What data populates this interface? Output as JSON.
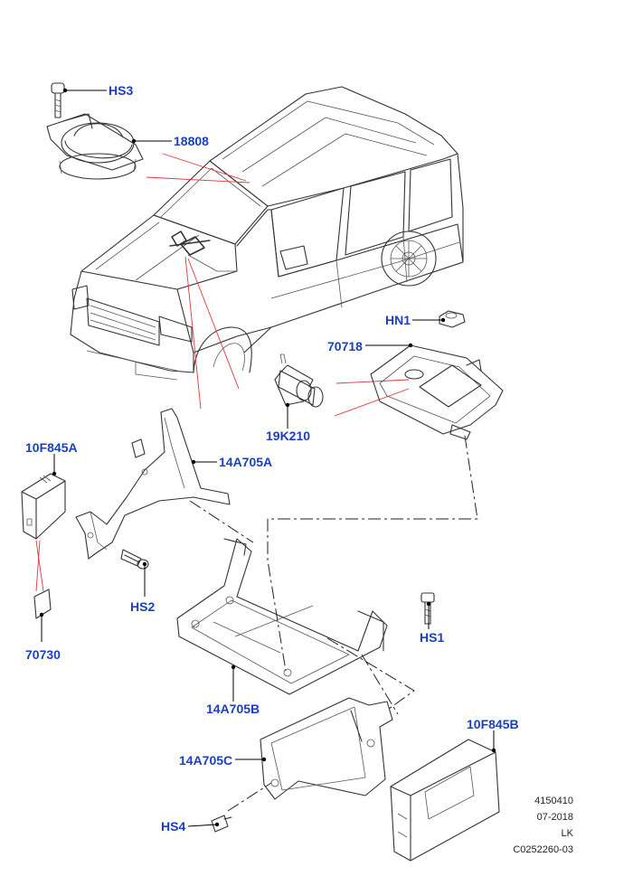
{
  "labels": {
    "hs3": "HS3",
    "p18808": "18808",
    "hn1": "HN1",
    "p70718": "70718",
    "p19k210": "19K210",
    "p10f845a": "10F845A",
    "p14a705a": "14A705A",
    "hs2": "HS2",
    "p70730": "70730",
    "hs1": "HS1",
    "p14a705b": "14A705B",
    "p10f845b": "10F845B",
    "p14a705c": "14A705C",
    "hs4": "HS4"
  },
  "meta": {
    "number": "4150410",
    "date": "07-2018",
    "code": "LK",
    "ref": "C0252260-03"
  },
  "colors": {
    "label": "#1a3fc4",
    "callout_line": "#e0373f",
    "line_art": "#333333"
  }
}
